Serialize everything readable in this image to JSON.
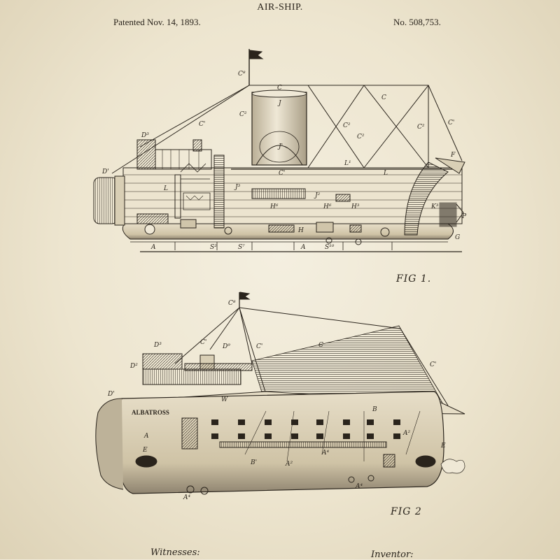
{
  "header": {
    "title": "AIR-SHIP.",
    "patented": "Patented Nov. 14, 1893.",
    "number": "No. 508,753."
  },
  "figures": {
    "fig1_label": "FIG 1.",
    "fig2_label": "FIG 2"
  },
  "ship_name": "ALBATROSS",
  "footer": {
    "witnesses": "Witnesses:",
    "inventor": "Inventor:"
  },
  "colors": {
    "paper": "#efe8d6",
    "ink": "#2a241c"
  }
}
